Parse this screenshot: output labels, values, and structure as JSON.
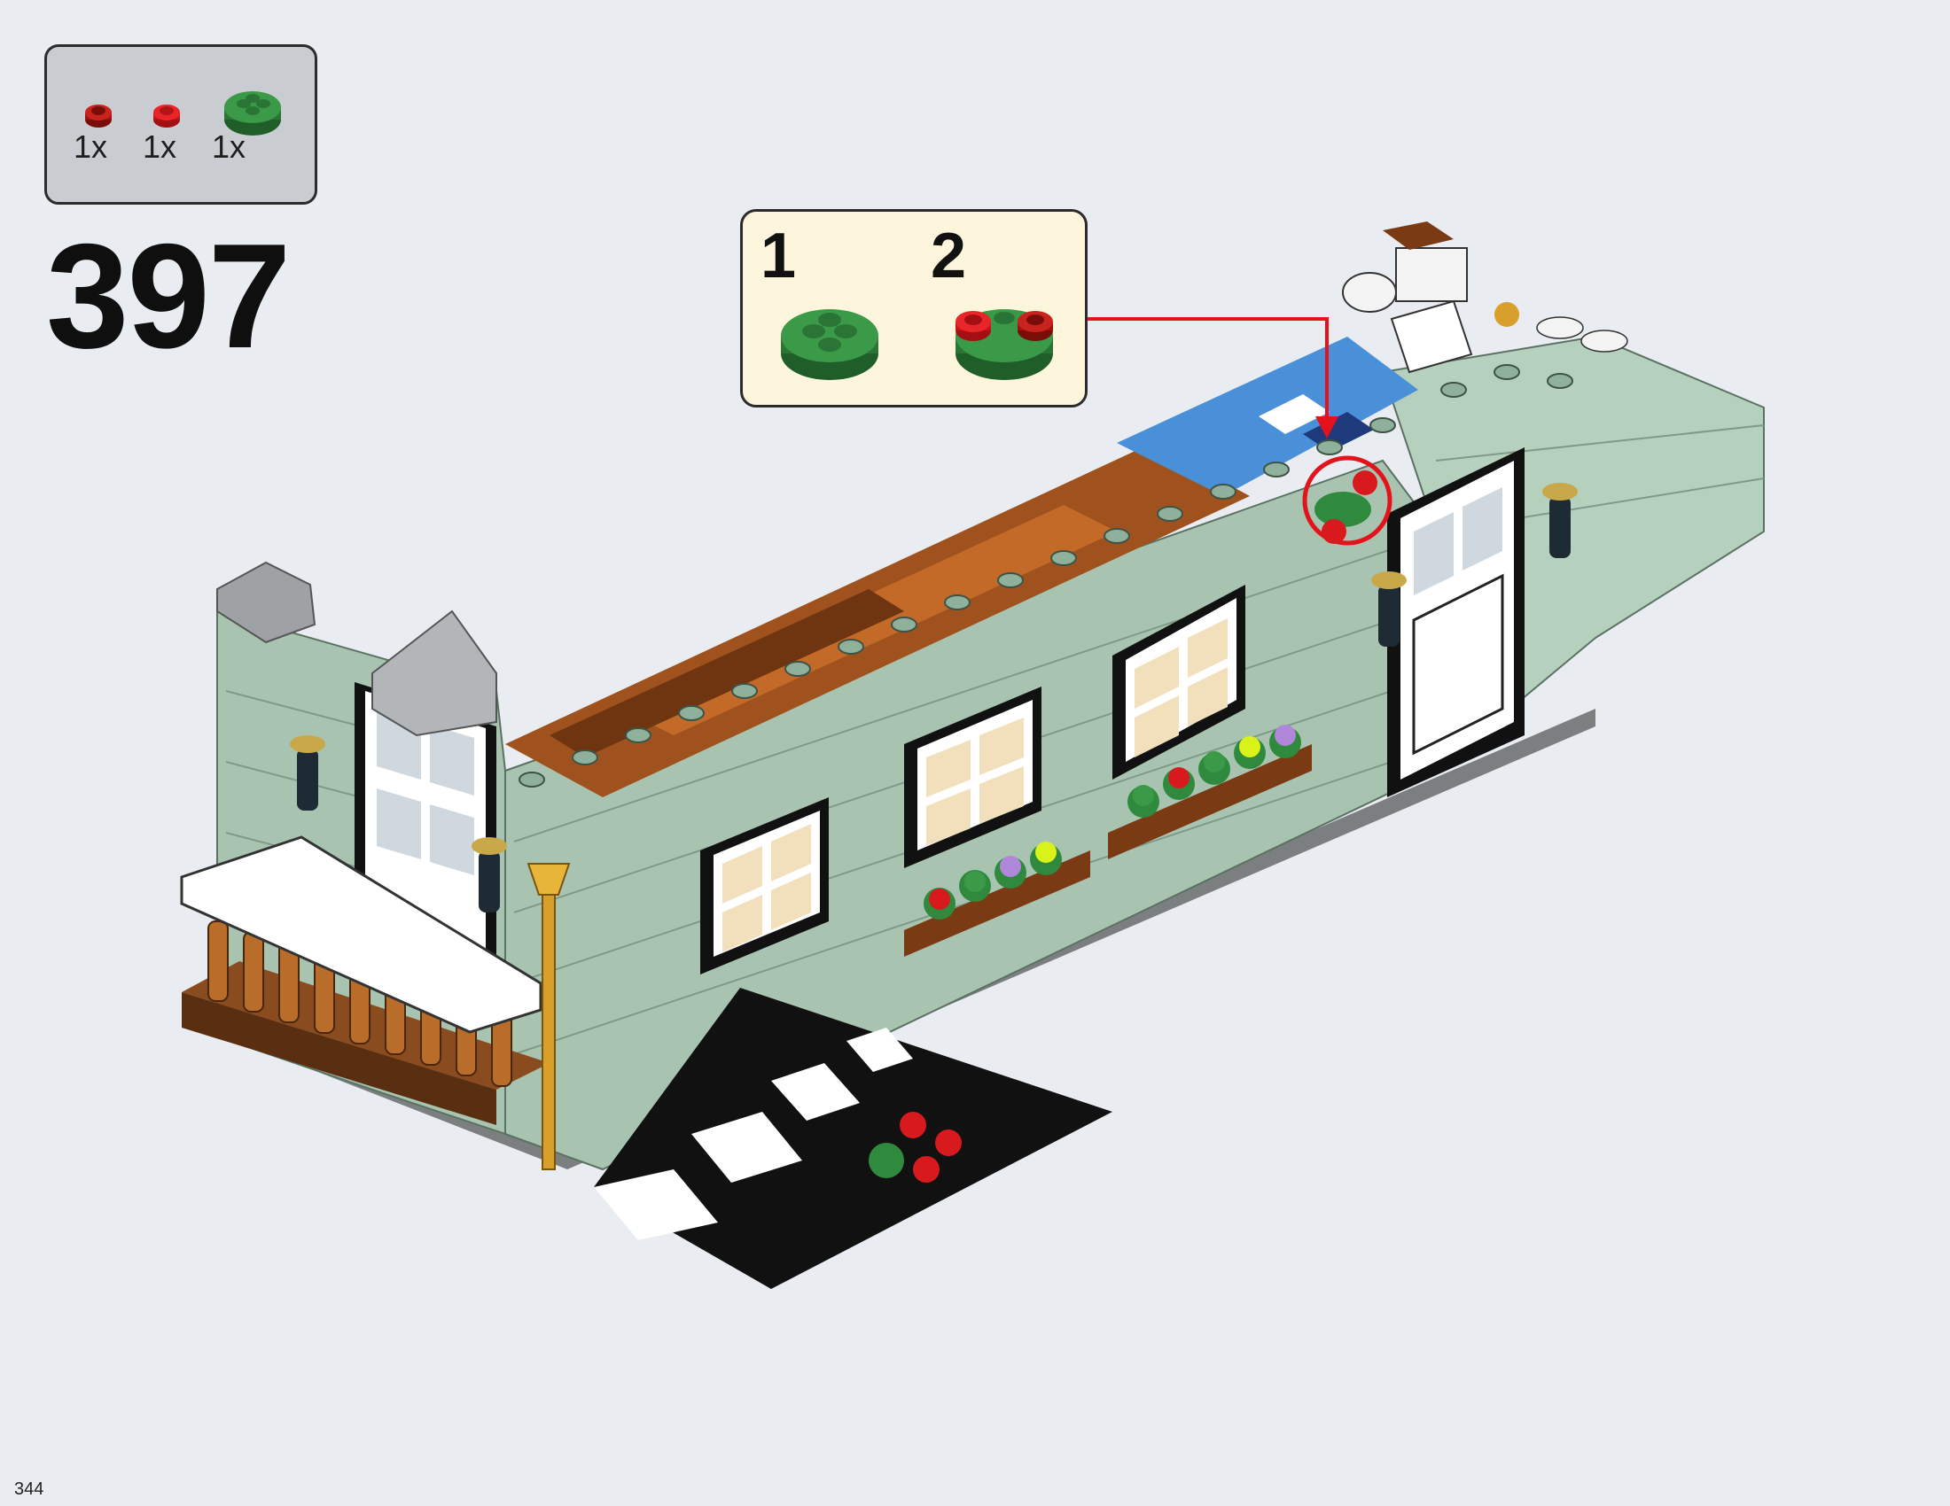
{
  "parts_list": {
    "items": [
      {
        "quantity": "1x",
        "part": "round-plate-1x1-red-dark",
        "color": "#b3140f"
      },
      {
        "quantity": "1x",
        "part": "round-plate-1x1-red",
        "color": "#d8191d"
      },
      {
        "quantity": "1x",
        "part": "round-plate-2x2-green",
        "color": "#2f8a3e"
      }
    ]
  },
  "step": {
    "number": "397"
  },
  "substeps": [
    {
      "number": "1",
      "part": "round-plate-2x2-green"
    },
    {
      "number": "2",
      "part": "round-plate-2x2-green-with-red-plates"
    }
  ],
  "callout_arrow": {
    "color": "#e3121b"
  },
  "illustration": {
    "subject": "lego-building-facade",
    "colors": {
      "wall": "#a8c4b0",
      "roof": "#a0521e",
      "blue_tile": "#4a90d9",
      "frame": "#1a1a1a"
    }
  },
  "page": {
    "number": "344"
  }
}
